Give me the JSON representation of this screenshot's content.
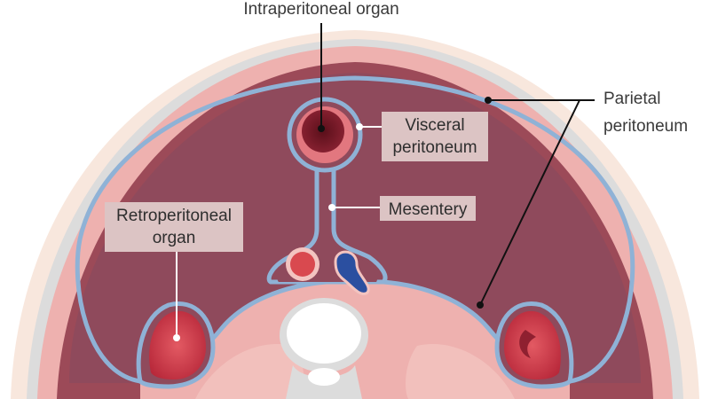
{
  "labels": {
    "intraperitoneal": "Intraperitoneal organ",
    "visceral_line1": "Visceral",
    "visceral_line2": "peritoneum",
    "mesentery": "Mesentery",
    "retro_line1": "Retroperitoneal",
    "retro_line2": "organ",
    "parietal_line1": "Parietal",
    "parietal_line2": "peritoneum"
  },
  "colors": {
    "outer_skin": "#f7e6dc",
    "body_wall": "#eeb0ae",
    "fascia": "#dcdcdc",
    "cavity": "#8f4a5c",
    "peritoneum": "#8fb2d6",
    "organ_red": "#d4424f",
    "artery": "#d9494f",
    "vein": "#2b4fa0",
    "spine": "#ffffff"
  }
}
